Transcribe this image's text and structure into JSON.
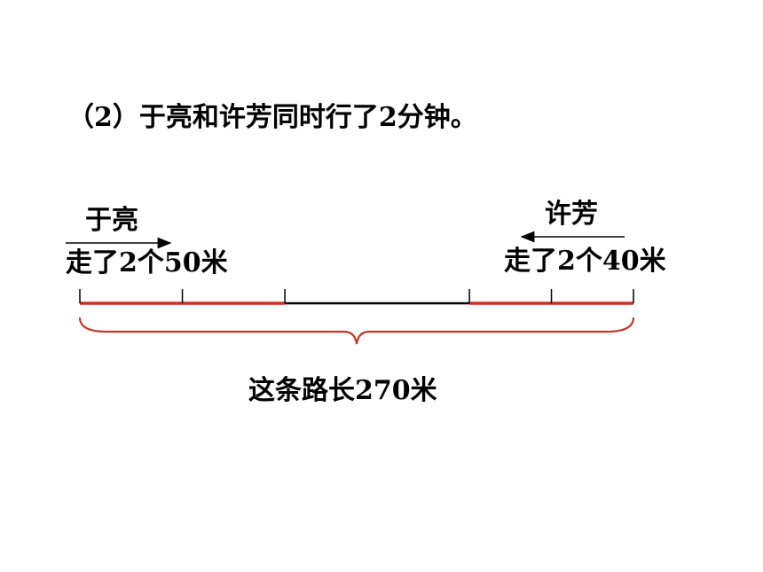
{
  "question": "（2）于亮和许芳同时行了2分钟。",
  "person_a": {
    "name": "于亮",
    "distance_text": "走了2个50米",
    "direction": "right"
  },
  "person_b": {
    "name": "许芳",
    "distance_text": "走了2个40米",
    "direction": "left"
  },
  "road": {
    "total_label": "这条路长270米",
    "total_meters": 270,
    "segments_meters": [
      50,
      50,
      90,
      40,
      40
    ]
  },
  "colors": {
    "walked_segment": "#d62a1e",
    "remaining_segment": "#000000",
    "brace": "#c0392b",
    "arrow": "#000000"
  }
}
